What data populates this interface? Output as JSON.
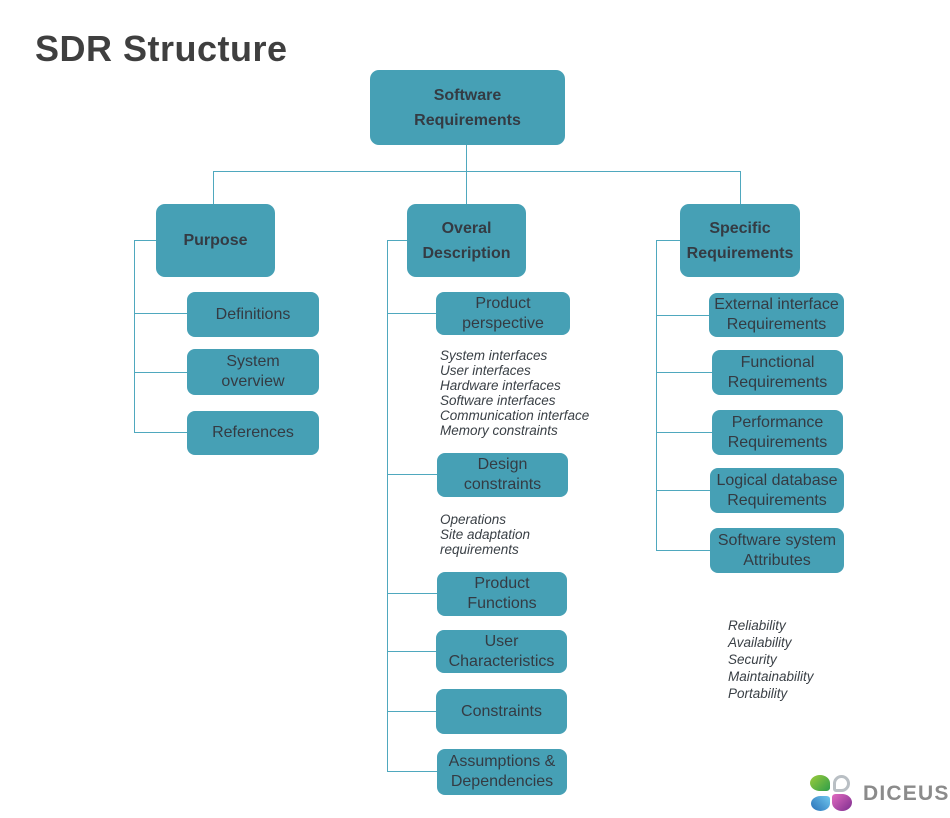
{
  "title": "SDR Structure",
  "root": {
    "label": "Software Requirements"
  },
  "branches": {
    "purpose": {
      "label": "Purpose",
      "children": [
        "Definitions",
        "System overview",
        "References"
      ]
    },
    "overall": {
      "label": "Overal Description",
      "children": [
        "Product perspective",
        "Design constraints",
        "Product Functions",
        "User Characteristics",
        "Constraints",
        "Assumptions & Dependencies"
      ],
      "notes": {
        "product_perspective": [
          "System interfaces",
          "User interfaces",
          "Hardware interfaces",
          "Software interfaces",
          "Communication interface",
          "Memory constraints"
        ],
        "design_constraints": [
          "Operations",
          "Site adaptation requirements"
        ]
      }
    },
    "specific": {
      "label": "Specific Requirements",
      "children": [
        "External interface Requirements",
        "Functional Requirements",
        "Performance Requirements",
        "Logical database Requirements",
        "Software system Attributes"
      ],
      "notes": {
        "software_system_attributes": [
          "Reliability",
          "Availability",
          "Security",
          "Maintainability",
          "Portability"
        ]
      }
    }
  },
  "logo": {
    "text": "DICEUS"
  },
  "colors": {
    "box": "#46a0b5",
    "connector": "#4fa8be",
    "box_text": "#343b43",
    "title_text": "#3f3f3f",
    "note_text": "#3a4046",
    "logo_text": "#8b8b8b",
    "logo_green_1": "#9ccb3b",
    "logo_green_2": "#2f9e49",
    "logo_blue_1": "#6fc7ee",
    "logo_blue_2": "#2a71b8",
    "logo_magenta_1": "#e26bc0",
    "logo_magenta_2": "#7c2d8e",
    "logo_ring": "#b9bfc4"
  }
}
